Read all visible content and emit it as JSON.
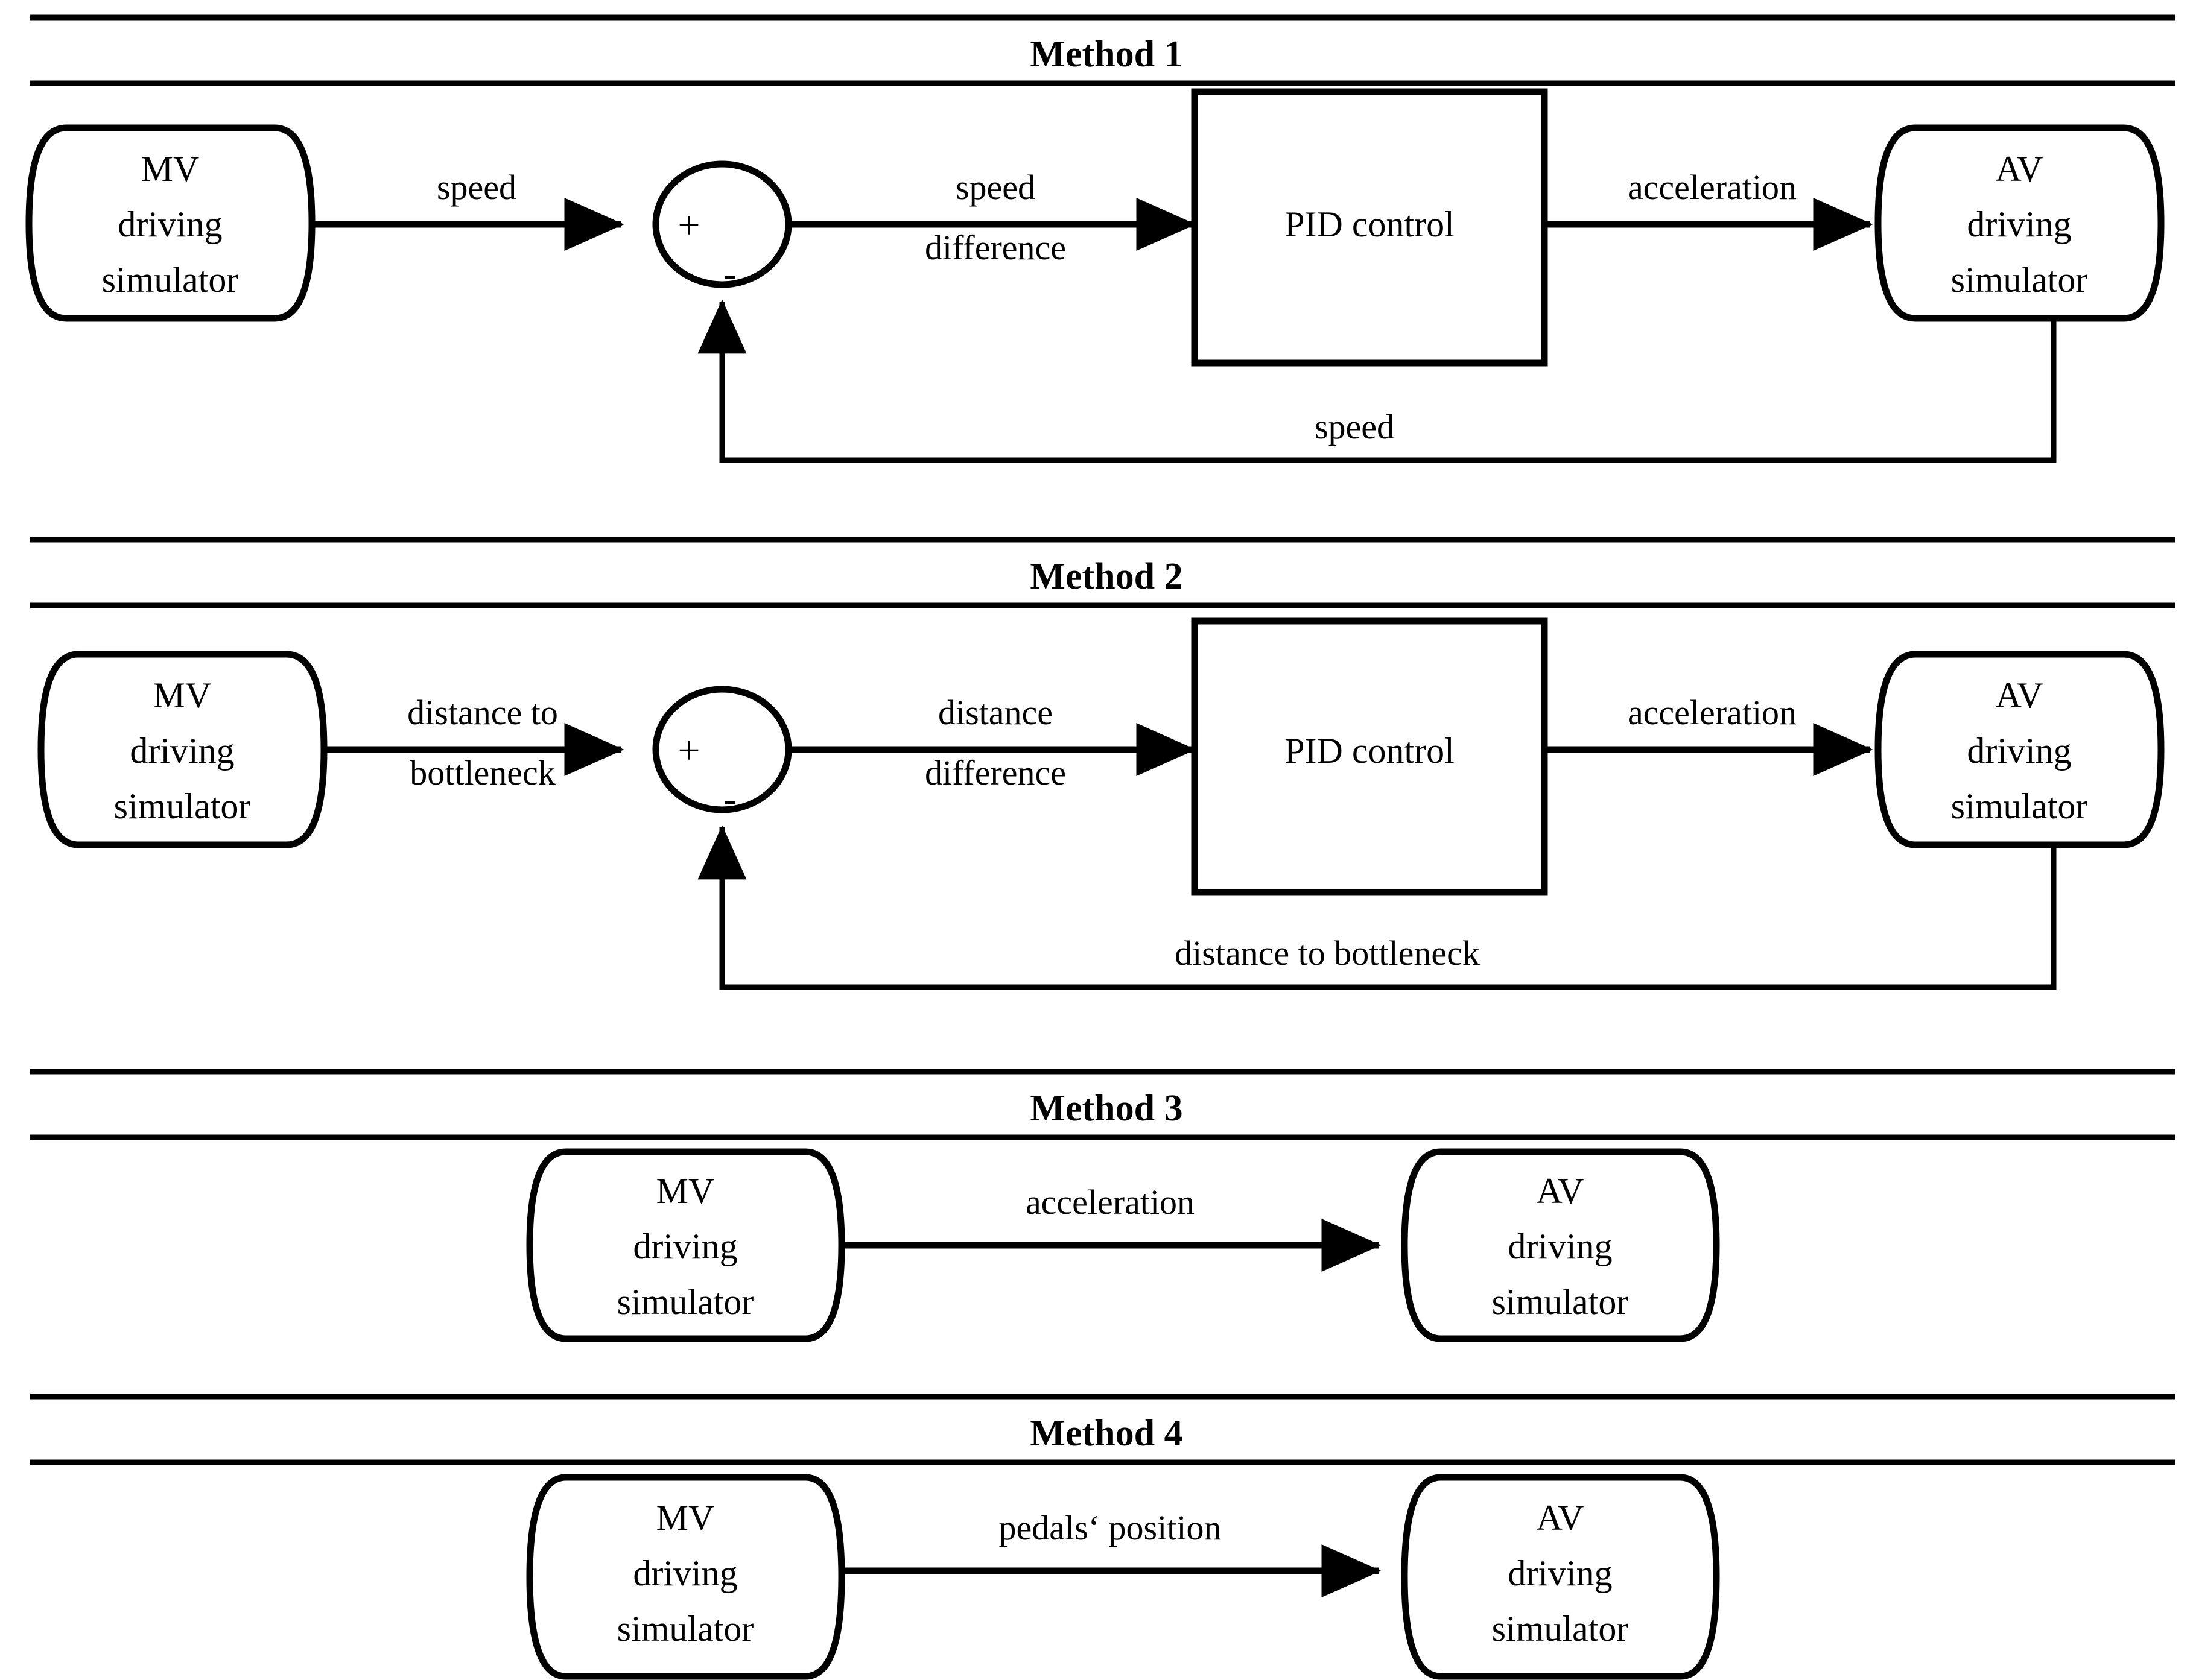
{
  "figure": {
    "type": "block-diagram",
    "title_font_weight": "bold",
    "line_color": "#000000",
    "fill_color": "#ffffff"
  },
  "sections": [
    {
      "id": "method1",
      "title": "Method 1",
      "nodes": {
        "source": {
          "line1": "MV",
          "line2": "driving",
          "line3": "simulator"
        },
        "junction": {
          "plus": "+",
          "minus": "-"
        },
        "controller": {
          "label": "PID control"
        },
        "sink": {
          "line1": "AV",
          "line2": "driving",
          "line3": "simulator"
        }
      },
      "edges": {
        "source_to_junction": "speed",
        "junction_to_controller_line1": "speed",
        "junction_to_controller_line2": "difference",
        "controller_to_sink": "acceleration",
        "feedback": "speed"
      }
    },
    {
      "id": "method2",
      "title": "Method 2",
      "nodes": {
        "source": {
          "line1": "MV",
          "line2": "driving",
          "line3": "simulator"
        },
        "junction": {
          "plus": "+",
          "minus": "-"
        },
        "controller": {
          "label": "PID control"
        },
        "sink": {
          "line1": "AV",
          "line2": "driving",
          "line3": "simulator"
        }
      },
      "edges": {
        "source_to_junction_line1": "distance to",
        "source_to_junction_line2": "bottleneck",
        "junction_to_controller_line1": "distance",
        "junction_to_controller_line2": "difference",
        "controller_to_sink": "acceleration",
        "feedback": "distance to bottleneck"
      }
    },
    {
      "id": "method3",
      "title": "Method 3",
      "nodes": {
        "source": {
          "line1": "MV",
          "line2": "driving",
          "line3": "simulator"
        },
        "sink": {
          "line1": "AV",
          "line2": "driving",
          "line3": "simulator"
        }
      },
      "edges": {
        "source_to_sink": "acceleration"
      }
    },
    {
      "id": "method4",
      "title": "Method 4",
      "nodes": {
        "source": {
          "line1": "MV",
          "line2": "driving",
          "line3": "simulator"
        },
        "sink": {
          "line1": "AV",
          "line2": "driving",
          "line3": "simulator"
        }
      },
      "edges": {
        "source_to_sink": "pedals‘ position"
      }
    }
  ]
}
